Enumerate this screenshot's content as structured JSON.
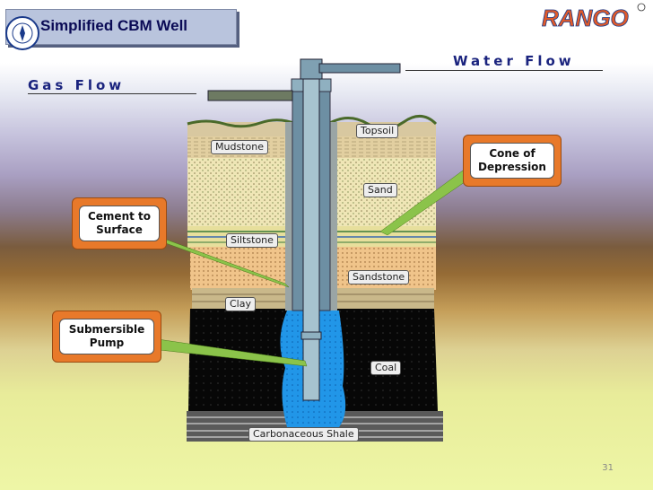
{
  "title": "Simplified CBM Well",
  "logo_text": "RANGO",
  "gas_flow_label": "Gas Flow",
  "water_flow_label": "Water Flow",
  "callouts": {
    "cone": "Cone of Depression",
    "cement": "Cement to Surface",
    "pump": "Submersible Pump"
  },
  "layers": {
    "topsoil": "Topsoil",
    "mudstone": "Mudstone",
    "sand": "Sand",
    "siltstone": "Siltstone",
    "sandstone": "Sandstone",
    "clay": "Clay",
    "coal": "Coal",
    "shale": "Carbonaceous Shale"
  },
  "colors": {
    "callout_border": "#e8792a",
    "casing": "#6d8fa3",
    "water": "#1e90e0",
    "coal": "#0b0b0b"
  },
  "page_number": "31"
}
